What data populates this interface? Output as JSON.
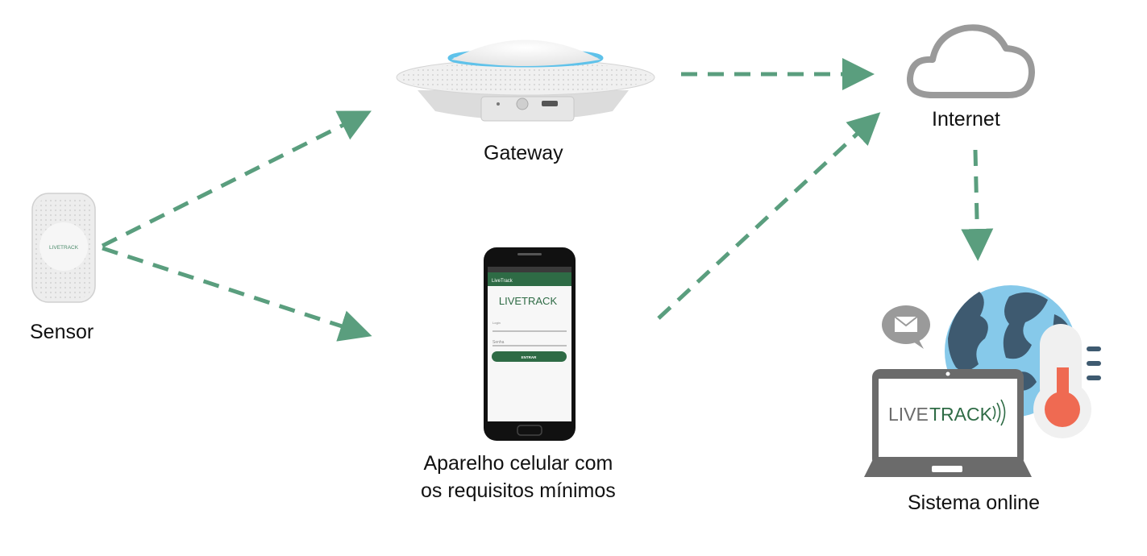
{
  "nodes": {
    "sensor": {
      "label": "Sensor",
      "brand": "LIVETRACK"
    },
    "gateway": {
      "label": "Gateway"
    },
    "phone": {
      "label_line1": "Aparelho celular com",
      "label_line2": "os requisitos mínimos",
      "app_title": "LiveTrack",
      "logo": "LIVETRACK",
      "login_placeholder": "Login",
      "password_placeholder": "Senha",
      "button_label": "ENTRAR"
    },
    "internet": {
      "label": "Internet"
    },
    "system": {
      "label": "Sistema online",
      "logo_part1": "LIVE",
      "logo_part2": "TRACK"
    }
  },
  "colors": {
    "arrow": "#5a9e7e",
    "brand_green": "#2e6b45",
    "cloud_gray": "#9a9a9a",
    "globe_land": "#3e5a70",
    "globe_sea": "#86c9ea",
    "thermo_red": "#ef6a52",
    "laptop_gray": "#6b6b6b"
  },
  "icons": [
    "sensor-device-icon",
    "gateway-device-icon",
    "smartphone-icon",
    "cloud-icon",
    "globe-icon",
    "mail-bubble-icon",
    "thermometer-icon",
    "laptop-icon"
  ]
}
